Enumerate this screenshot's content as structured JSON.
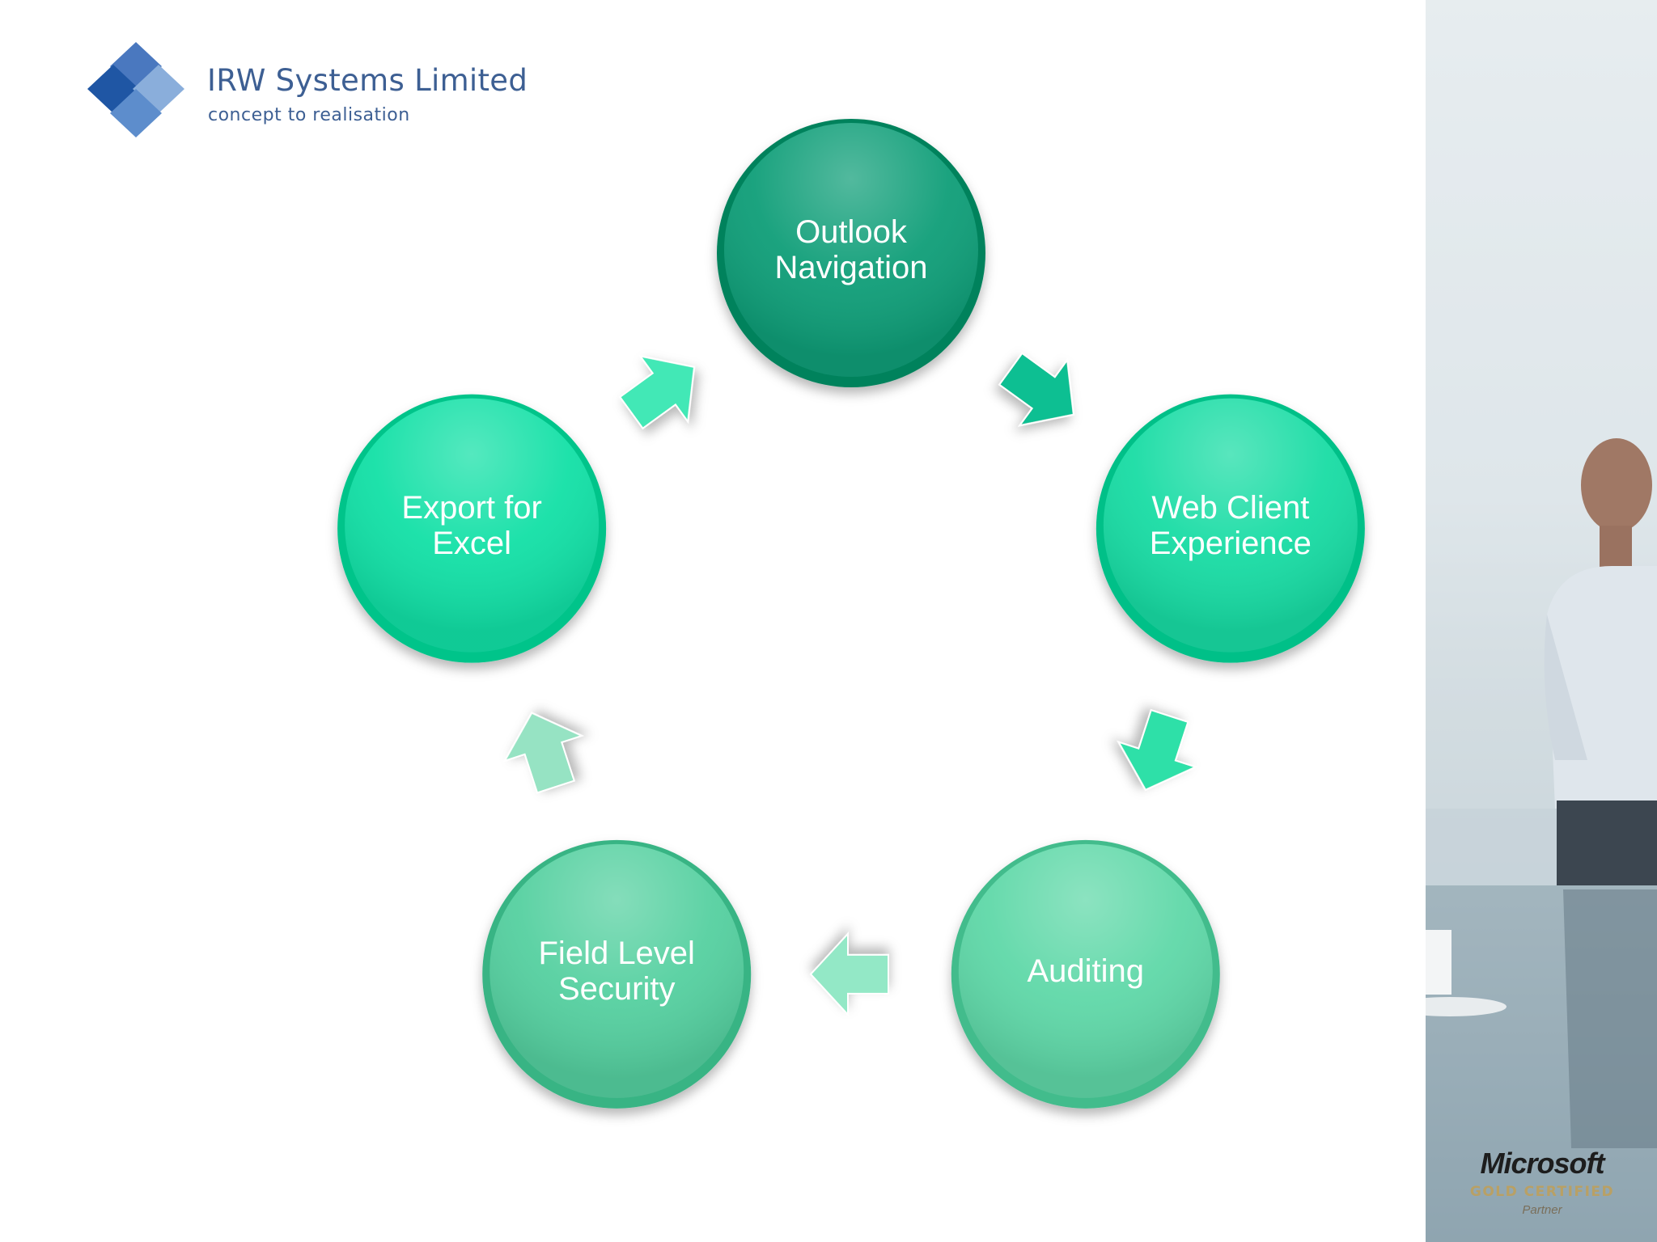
{
  "logo": {
    "company_name": "IRW Systems Limited",
    "tagline": "concept to realisation",
    "brand_color": "#3d5f93"
  },
  "diagram": {
    "type": "cycle",
    "direction": "clockwise",
    "nodes": [
      {
        "label": "Outlook\nNavigation",
        "color": "#0f9e78"
      },
      {
        "label": "Web Client\nExperience",
        "color": "#18dca4"
      },
      {
        "label": "Auditing",
        "color": "#5fd8a8"
      },
      {
        "label": "Field Level\nSecurity",
        "color": "#55d0a0"
      },
      {
        "label": "Export for\nExcel",
        "color": "#12e0a6"
      }
    ],
    "arrow_colors": [
      "#0ebf92",
      "#2ee0a8",
      "#93e8c6",
      "#96e3c3",
      "#43e8b6"
    ]
  },
  "badge": {
    "brand": "Microsoft",
    "level": "GOLD CERTIFIED",
    "type": "Partner"
  }
}
